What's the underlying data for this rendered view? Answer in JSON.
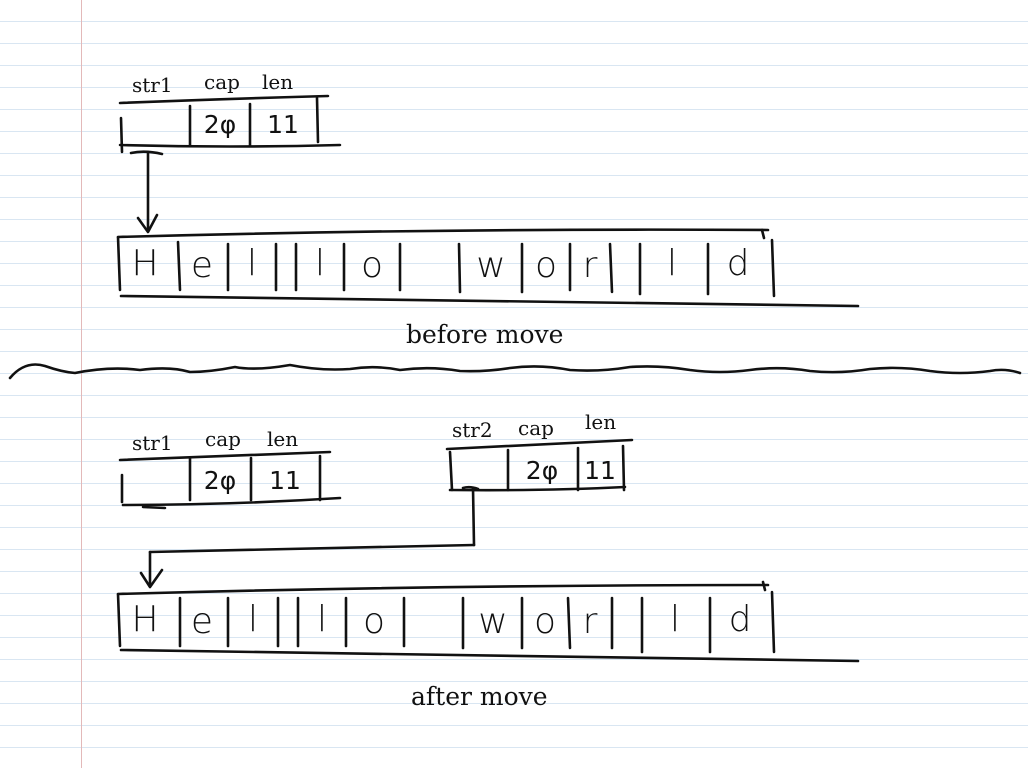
{
  "before": {
    "caption": "before move",
    "str1": {
      "name": "str1",
      "cap_label": "cap",
      "len_label": "len",
      "cap": "2φ",
      "len": "11"
    },
    "heap": {
      "chars": [
        "H",
        "e",
        "l",
        "l",
        "o",
        " ",
        "w",
        "o",
        "r",
        "l",
        "d"
      ]
    }
  },
  "after": {
    "caption": "after move",
    "str1": {
      "name": "str1",
      "cap_label": "cap",
      "len_label": "len",
      "cap": "2φ",
      "len": "11"
    },
    "str2": {
      "name": "str2",
      "cap_label": "cap",
      "len_label": "len",
      "cap": "2φ",
      "len": "11"
    },
    "heap": {
      "chars": [
        "H",
        "e",
        "l",
        "l",
        "o",
        " ",
        "w",
        "o",
        "r",
        "l",
        "d"
      ]
    }
  }
}
